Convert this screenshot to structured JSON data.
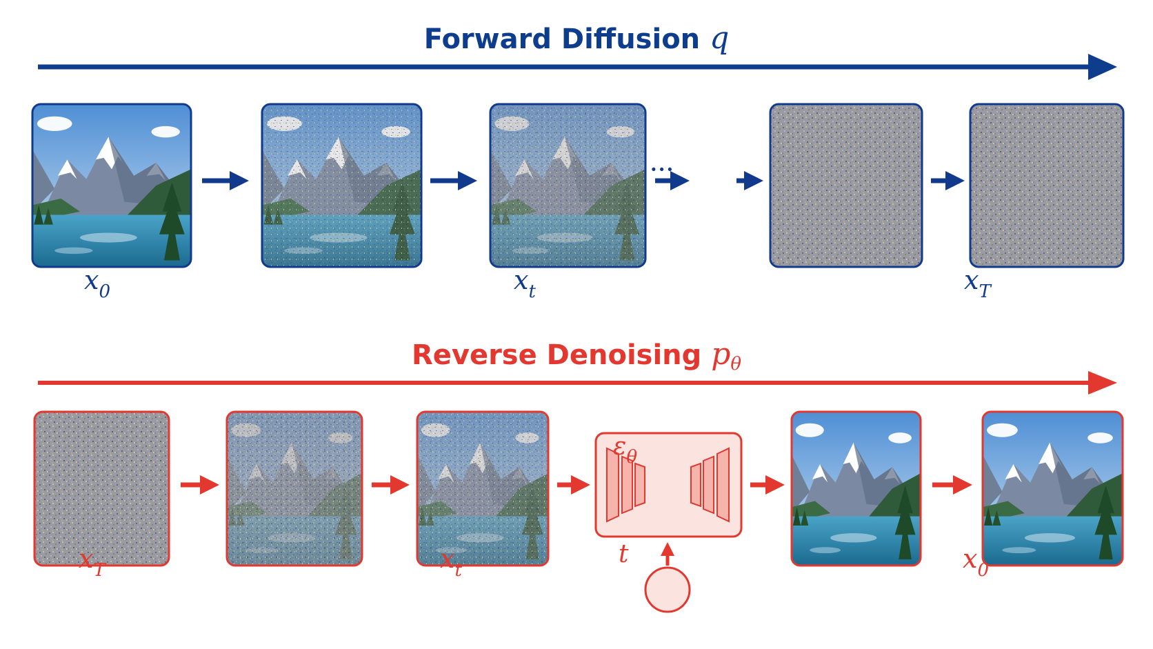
{
  "forward": {
    "title": "Forward Diffusion",
    "symbol": "q",
    "labels": {
      "first": {
        "base": "x",
        "sub": "0"
      },
      "middle": {
        "base": "x",
        "sub": "t"
      },
      "last": {
        "base": "x",
        "sub": "T"
      }
    },
    "ellipsis": "···",
    "color": "#0f3d8e",
    "panels": [
      "clean image",
      "light noise",
      "moderate noise",
      "pure noise",
      "pure noise"
    ]
  },
  "reverse": {
    "title": "Reverse Denoising",
    "symbol": {
      "base": "p",
      "sub": "θ"
    },
    "labels": {
      "first": {
        "base": "x",
        "sub": "T"
      },
      "middle": {
        "base": "x",
        "sub": "t"
      },
      "last": {
        "base": "x",
        "sub": "0"
      }
    },
    "network": {
      "base": "ε",
      "sub": "θ"
    },
    "timestep": "t",
    "color": "#e2382f",
    "panels": [
      "pure noise",
      "heavy noise",
      "moderate noise",
      "clean image",
      "clean image"
    ]
  }
}
